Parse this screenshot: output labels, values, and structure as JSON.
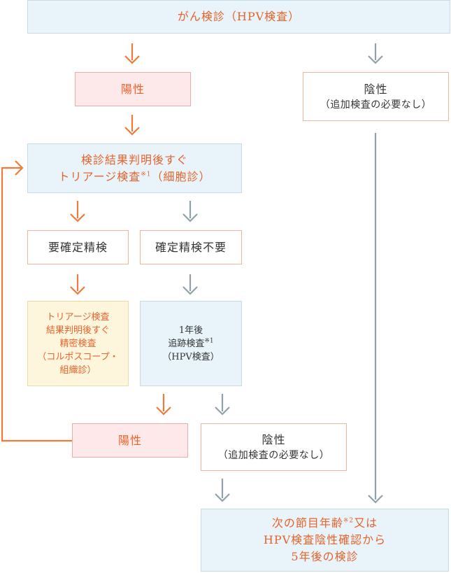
{
  "screening": {
    "label": "がん検診（HPV検査）"
  },
  "positive_1": {
    "label": "陽性"
  },
  "negative_1": {
    "line1": "陰性",
    "line2": "（追加検査の必要なし）"
  },
  "triage": {
    "line1": "検診結果判明後すぐ",
    "line2_main": "トリアージ検査",
    "line2_note": "※1",
    "line2_tail": "（細胞診）"
  },
  "needs_confirm": {
    "label": "要確定精検"
  },
  "no_confirm": {
    "label": "確定精検不要"
  },
  "detailed": {
    "lines": [
      "トリアージ検査",
      "結果判明後すぐ",
      "精密検査",
      "（コルポスコープ・",
      "組織診）"
    ]
  },
  "followup": {
    "line1": "1年後",
    "line2_main": "追跡検査",
    "line2_note": "※1",
    "line3": "（HPV検査）"
  },
  "positive_2": {
    "label": "陽性"
  },
  "negative_2": {
    "line1": "陰性",
    "line2": "（追加検査の必要なし）"
  },
  "next": {
    "line1_main": "次の節目年齢",
    "line1_note": "※2",
    "line1_tail": "又は",
    "line2": "HPV検査陰性確認から",
    "line3": "5年後の検診"
  },
  "colors": {
    "orange": "#f07a3a",
    "gray": "#8fa1ab",
    "text_orange": "#e8622a"
  }
}
